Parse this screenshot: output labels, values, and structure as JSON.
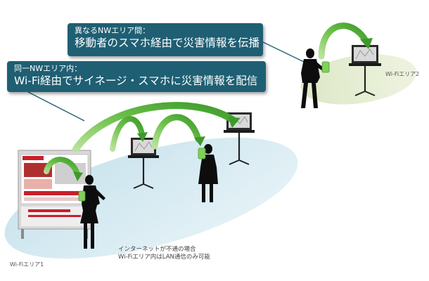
{
  "callouts": {
    "inter_area": {
      "line1": "異なるNWエリア間：",
      "line2": "移動者のスマホ経由で災害情報を伝播"
    },
    "intra_area": {
      "line1": "同一NWエリア内：",
      "line2": "Wi-Fi経由でサイネージ・スマホに災害情報を配信"
    }
  },
  "area_labels": {
    "area1": "Wi-Fiエリア1",
    "area2": "Wi-Fiエリア2"
  },
  "note": {
    "line1": "インターネットが不通の場合",
    "line2": "Wi-Fiエリア内はLAN通信のみ可能"
  },
  "colors": {
    "callout_bg": "#1f5f73",
    "area_fill": "#d6ebf2",
    "area2_fill": "#e4ecd0",
    "arrow_green": "#6cc04a",
    "signage_red": "#c8202a"
  },
  "icons": [
    "digital-signage",
    "laptop-on-stand",
    "woman-silhouette",
    "walking-man-silhouette",
    "smartphone",
    "curved-arrow"
  ]
}
